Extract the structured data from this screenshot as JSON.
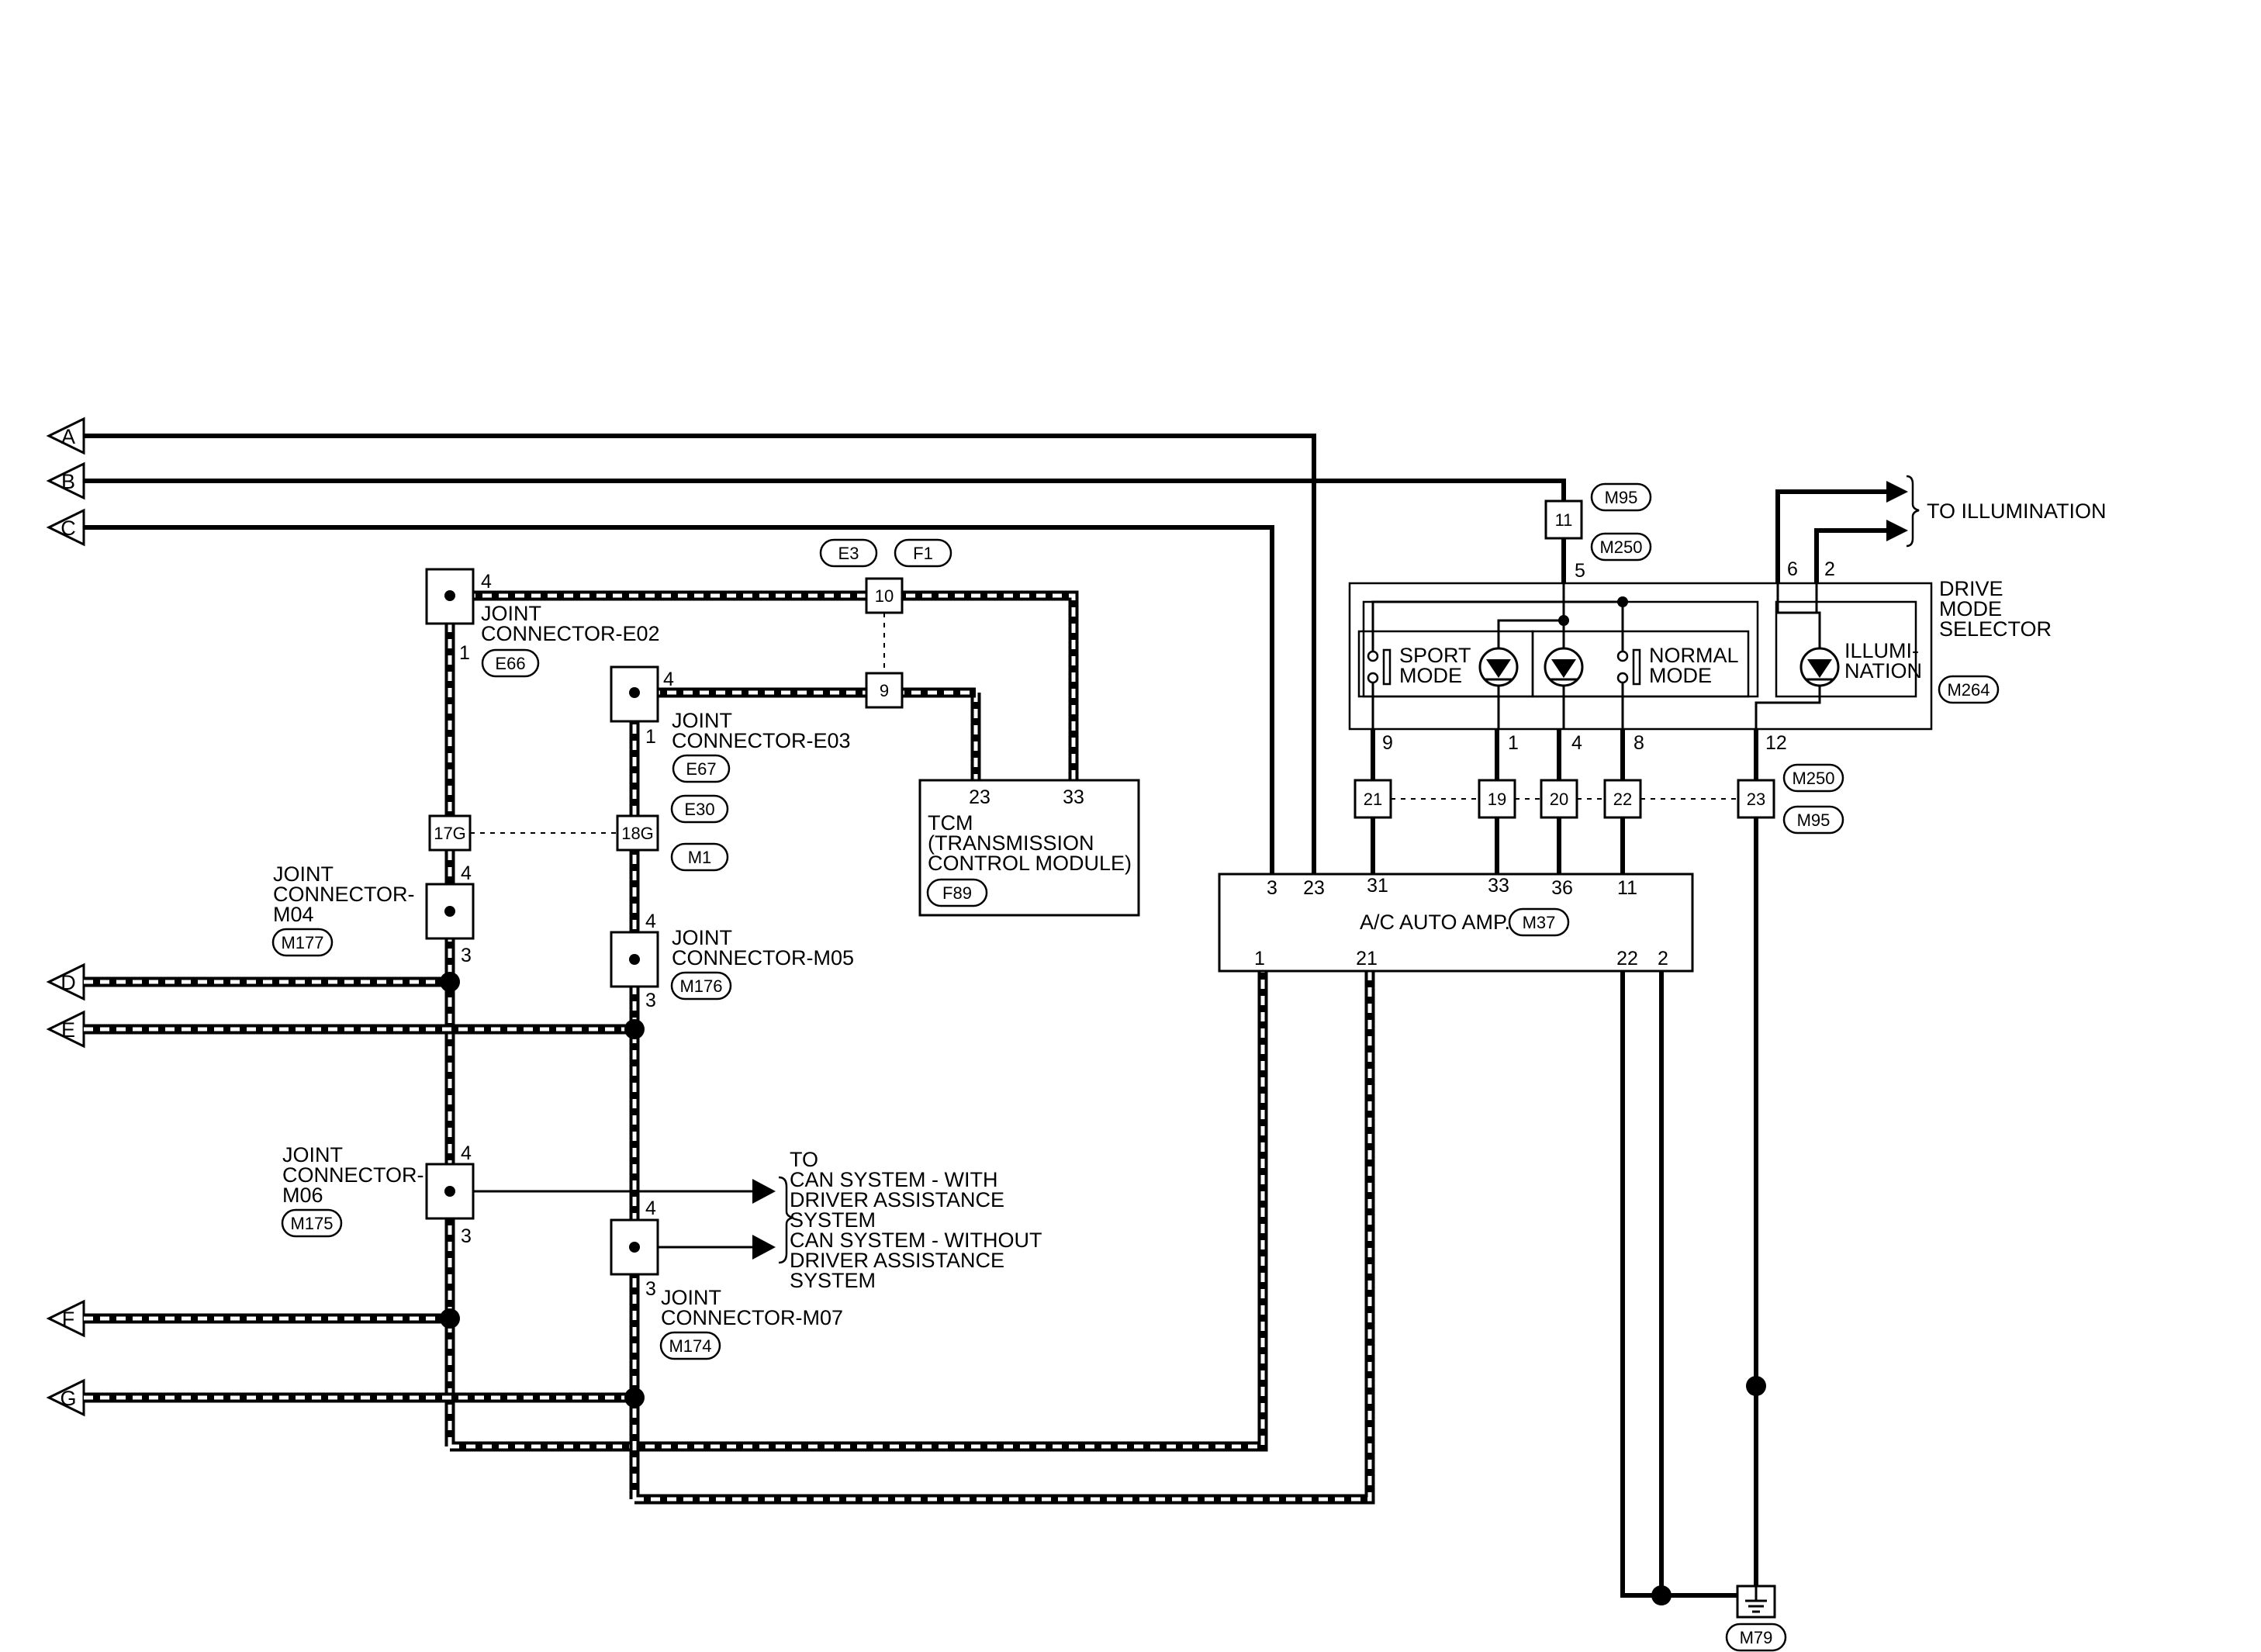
{
  "connectors": {
    "A": "A",
    "B": "B",
    "C": "C",
    "D": "D",
    "E": "E",
    "F": "F",
    "G": "G"
  },
  "joint_e02": {
    "line1": "JOINT",
    "line2": "CONNECTOR-E02",
    "code": "E66",
    "pin_top": "4",
    "pin_bottom": "1"
  },
  "joint_e03": {
    "line1": "JOINT",
    "line2": "CONNECTOR-E03",
    "code": "E67",
    "pin_top": "4",
    "pin_bottom": "1"
  },
  "joint_m04": {
    "line1": "JOINT",
    "line2": "CONNECTOR-",
    "line3": "M04",
    "code": "M177",
    "pin_top": "4",
    "pin_bottom": "3"
  },
  "joint_m05": {
    "line1": "JOINT",
    "line2": "CONNECTOR-M05",
    "code": "M176",
    "pin_top": "4",
    "pin_bottom": "3"
  },
  "joint_m06": {
    "line1": "JOINT",
    "line2": "CONNECTOR-",
    "line3": "M06",
    "code": "M175",
    "pin_top": "4",
    "pin_bottom": "3"
  },
  "joint_m07": {
    "line1": "JOINT",
    "line2": "CONNECTOR-M07",
    "code": "M174",
    "pin_top": "4",
    "pin_bottom": "3"
  },
  "harness_e_f": {
    "code_e": "E3",
    "code_f": "F1",
    "pin_10": "10",
    "pin_9": "9"
  },
  "harness_e30_m1": {
    "code_e": "E30",
    "code_m": "M1",
    "pin_17g": "17G",
    "pin_18g": "18G"
  },
  "tcm": {
    "line1": "TCM",
    "line2": "(TRANSMISSION",
    "line3": "CONTROL MODULE)",
    "code": "F89",
    "pin_23": "23",
    "pin_33": "33"
  },
  "can": {
    "to": "TO",
    "with_1": "CAN SYSTEM - WITH",
    "with_2": "DRIVER ASSISTANCE",
    "with_3": "SYSTEM",
    "without_1": "CAN SYSTEM - WITHOUT",
    "without_2": "DRIVER ASSISTANCE",
    "without_3": "SYSTEM"
  },
  "ac_amp": {
    "label": "A/C AUTO AMP.",
    "code": "M37",
    "pins_top": [
      "3",
      "23",
      "31",
      "33",
      "36",
      "11"
    ],
    "pins_bottom": [
      "1",
      "21",
      "22",
      "2"
    ]
  },
  "harness_m95_m250": {
    "code_m95": "M95",
    "code_m250": "M250",
    "pin_b": "11",
    "pin_b_lower": "5",
    "pins": [
      "21",
      "19",
      "20",
      "22",
      "23"
    ]
  },
  "drive_mode": {
    "line1": "DRIVE",
    "line2": "MODE",
    "line3": "SELECTOR",
    "code": "M264",
    "sport_1": "SPORT",
    "sport_2": "MODE",
    "normal_1": "NORMAL",
    "normal_2": "MODE",
    "illum_1": "ILLUMI-",
    "illum_2": "NATION",
    "pins": [
      "9",
      "1",
      "4",
      "8",
      "12"
    ],
    "pin_6": "6",
    "pin_2": "2"
  },
  "illumination": {
    "label": "TO ILLUMINATION"
  },
  "ground": {
    "code": "M79"
  }
}
